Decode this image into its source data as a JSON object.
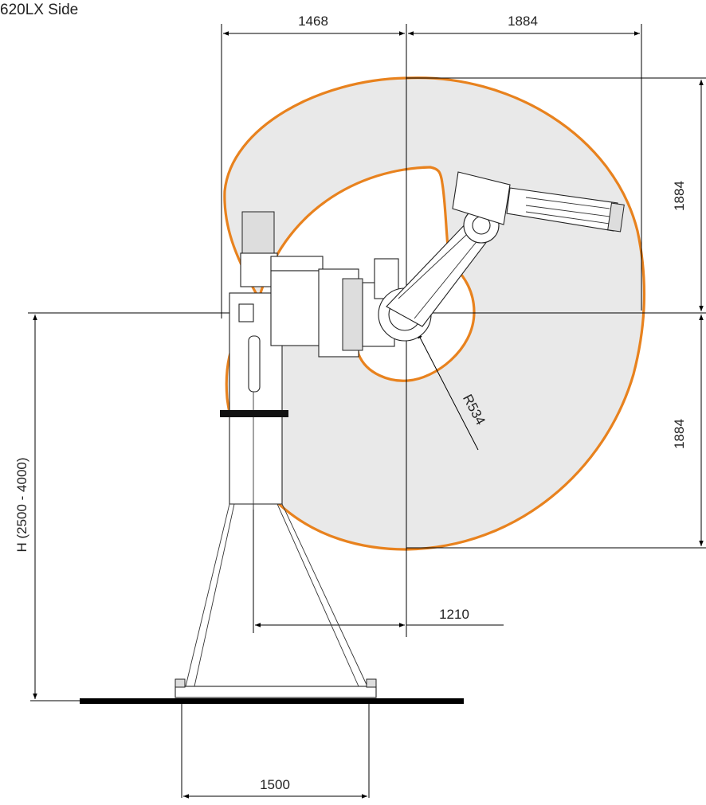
{
  "title": "620LX Side",
  "dimensions": {
    "top_left": "1468",
    "top_right": "1884",
    "right_upper": "1884",
    "right_lower": "1884",
    "radius": "R534",
    "height": "H (2500 - 4000)",
    "offset": "1210",
    "base": "1500"
  },
  "colors": {
    "envelope_outline": "#E8821E",
    "envelope_fill": "#E9E9E9",
    "lines": "#000000"
  }
}
